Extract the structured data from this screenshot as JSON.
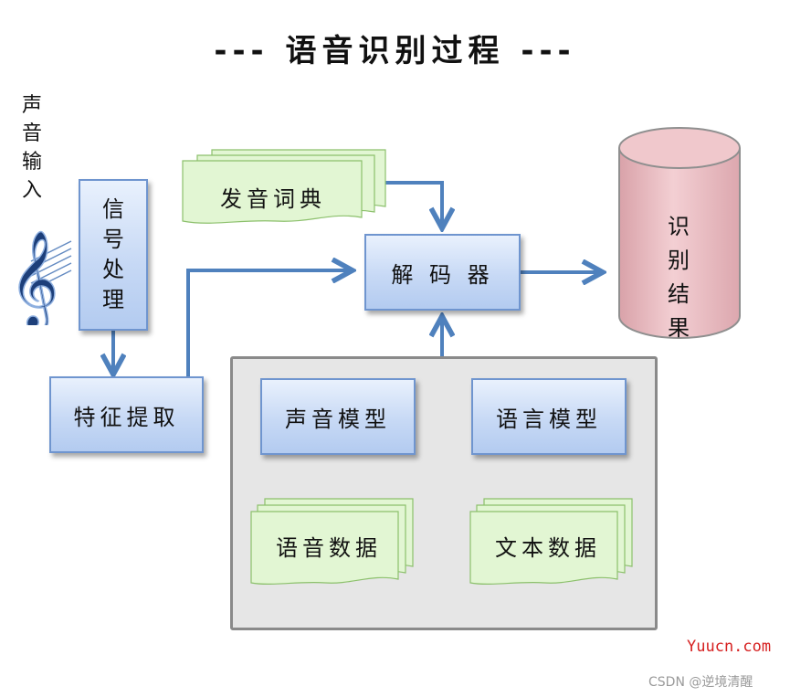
{
  "title": "--- 语音识别过程 ---",
  "sound_input": [
    "声",
    "音",
    "输",
    "入"
  ],
  "nodes": {
    "signal_processing": [
      "信",
      "号",
      "处",
      "理"
    ],
    "feature_extraction": "特征提取",
    "pronunciation_dictionary": "发音词典",
    "decoder": "解 码 器",
    "recognition_result": [
      "识",
      "别",
      "结",
      "果"
    ],
    "acoustic_model": "声音模型",
    "language_model": "语言模型",
    "speech_data": "语音数据",
    "text_data": "文本数据"
  },
  "colors": {
    "box_fill": "#c7d9f5",
    "box_border": "#6f95cf",
    "arrow": "#4f81bd",
    "document_fill": "#e2f6d3",
    "document_border": "#8cc06c",
    "cylinder_fill": "#f0c8cc",
    "cylinder_border": "#8f8f8f",
    "panel_fill": "#e6e6e6",
    "watermark_red": "#d62020"
  },
  "icons": {
    "music": "treble-clef-icon"
  },
  "watermarks": {
    "site": "Yuucn.com",
    "author": "CSDN @逆境清醒"
  }
}
